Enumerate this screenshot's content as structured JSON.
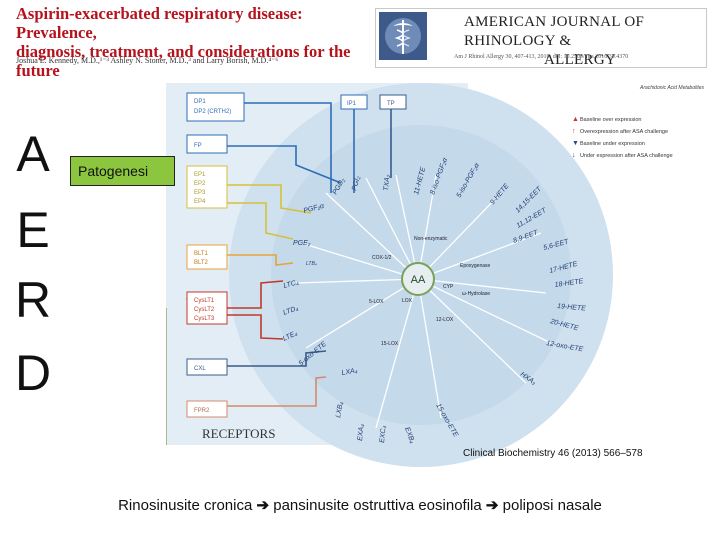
{
  "header": {
    "title_line1": "Aspirin-exacerbated respiratory disease: Prevalence,",
    "title_line2": "diagnosis, treatment, and considerations for the future",
    "authors": "Joshua L. Kennedy, M.D.,¹⁻³ Ashley N. Stoner, M.D.,³ and Larry Borish, M.D.⁴⁻⁶"
  },
  "journal": {
    "name_line1": "AMERICAN JOURNAL OF RHINOLOGY &",
    "name_line2": "ALLERGY",
    "citation": "Am J Rhinol Allergy 30, 407-413, 2016; doi: 10.2500/ajra.2016.30.4370"
  },
  "sidebar": {
    "letters": [
      "A",
      "E",
      "R",
      "D"
    ]
  },
  "callout": {
    "label": "Patogenesi"
  },
  "figure": {
    "legend_title": "Arachidonic Acid Metabolites",
    "legend": [
      {
        "text": "Baseline over expression",
        "color": "#c0392b",
        "arrow": "▲"
      },
      {
        "text": "Overexpression after ASA challenge",
        "color": "#c0392b",
        "arrow": "↑"
      },
      {
        "text": "Baseline under expression",
        "color": "#1f4e8c",
        "arrow": "▼"
      },
      {
        "text": "Under expression after ASA challenge",
        "color": "#1f4e8c",
        "arrow": "↓"
      }
    ],
    "receptors": [
      {
        "lines": [
          "DP1",
          "DP2 (CRTH2)"
        ],
        "color": "#2e6db4"
      },
      {
        "lines": [
          "FP"
        ],
        "color": "#2e6db4"
      },
      {
        "lines": [
          "EP1",
          "EP2",
          "EP3",
          "EP4"
        ],
        "color": "#d4c13a"
      },
      {
        "lines": [
          "BLT1",
          "BLT2"
        ],
        "color": "#e8a23a"
      },
      {
        "lines": [
          "CysLT1",
          "CysLT2",
          "CysLT3"
        ],
        "color": "#c0392b"
      },
      {
        "lines": [
          "CXL"
        ],
        "color": "#3a5b8c"
      },
      {
        "lines": [
          "FPR2"
        ],
        "color": "#d48a6a"
      }
    ],
    "top_receptors": [
      {
        "text": "IP1"
      },
      {
        "text": "TP"
      }
    ],
    "receptors_title": "RECEPTORS",
    "center": {
      "label": "AA"
    },
    "enzymes": [
      {
        "text": "COX-1/2"
      },
      {
        "text": "5-LOX"
      },
      {
        "text": "LOX"
      },
      {
        "text": "Non-enzymatic"
      },
      {
        "text": "Epoxygenase"
      },
      {
        "text": "CYP"
      },
      {
        "text": "ω-Hydrolase"
      },
      {
        "text": "12-LOX"
      },
      {
        "text": "15-LOX"
      }
    ],
    "metabolites": [
      {
        "text": "PGD₂"
      },
      {
        "text": "PGI₂"
      },
      {
        "text": "TXA₂"
      },
      {
        "text": "11-HETE"
      },
      {
        "text": "8-iso-PGF₂α"
      },
      {
        "text": "5-iso-PGF₂α"
      },
      {
        "text": "9-HETE"
      },
      {
        "text": "14,15-EET"
      },
      {
        "text": "11,12-EET"
      },
      {
        "text": "8,9-EET"
      },
      {
        "text": "5,6-EET"
      },
      {
        "text": "17-HETE"
      },
      {
        "text": "18-HETE"
      },
      {
        "text": "19-HETE"
      },
      {
        "text": "20-HETE"
      },
      {
        "text": "12-oxo-ETE"
      },
      {
        "text": "HXA₃"
      },
      {
        "text": "15-oxo-ETE"
      },
      {
        "text": "EXB₄"
      },
      {
        "text": "LXB₄"
      },
      {
        "text": "EXA₄"
      },
      {
        "text": "LXA₄"
      },
      {
        "text": "EXC₄"
      },
      {
        "text": "PGF₂α"
      },
      {
        "text": "PGE₂"
      },
      {
        "text": "LTB₄"
      },
      {
        "text": "LTC₄"
      },
      {
        "text": "LTD₄"
      },
      {
        "text": "LTE₄"
      },
      {
        "text": "5-oxo-ETE"
      }
    ]
  },
  "citation": "Clinical Biochemistry 46 (2013) 566–578",
  "summary": {
    "part1": "Rinosinusite cronica",
    "part2": "pansinusite ostruttiva eosinofila",
    "part3": "poliposi nasale",
    "arrow": "➔"
  }
}
